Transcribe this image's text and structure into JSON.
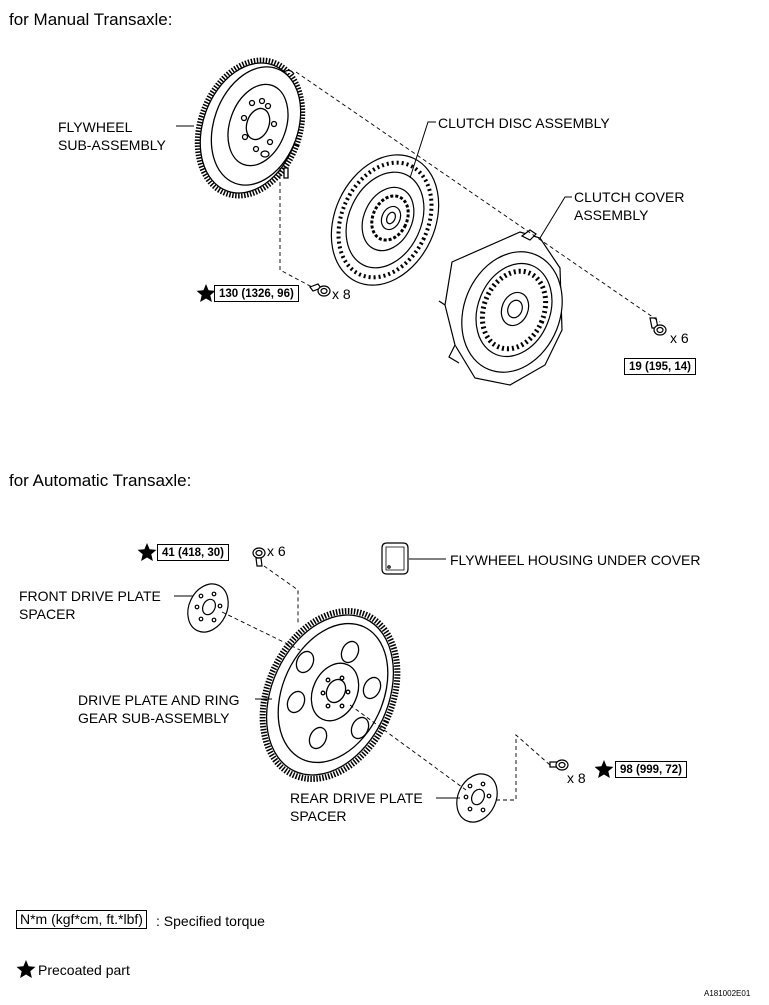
{
  "manual": {
    "title": "for Manual Transaxle:",
    "flywheel_label": [
      "FLYWHEEL",
      "SUB-ASSEMBLY"
    ],
    "clutch_disc_label": "CLUTCH DISC ASSEMBLY",
    "clutch_cover_label": [
      "CLUTCH COVER",
      "ASSEMBLY"
    ],
    "flywheel_torque": "130 (1326, 96)",
    "flywheel_bolt_qty": "x 8",
    "cover_torque": "19 (195, 14)",
    "cover_bolt_qty": "x 6"
  },
  "automatic": {
    "title": "for Automatic Transaxle:",
    "front_spacer_label": [
      "FRONT DRIVE PLATE",
      "SPACER"
    ],
    "drive_plate_label": [
      "DRIVE PLATE AND RING",
      "GEAR SUB-ASSEMBLY"
    ],
    "rear_spacer_label": [
      "REAR DRIVE PLATE",
      "SPACER"
    ],
    "housing_cover_label": "FLYWHEEL HOUSING UNDER COVER",
    "front_torque": "41 (418, 30)",
    "front_bolt_qty": "x 6",
    "rear_torque": "98 (999, 72)",
    "rear_bolt_qty": "x 8"
  },
  "legend": {
    "torque_unit": "N*m (kgf*cm, ft.*lbf)",
    "torque_desc": ": Specified torque",
    "precoated_desc": "Precoated part"
  },
  "figure_id": "A181002E01"
}
